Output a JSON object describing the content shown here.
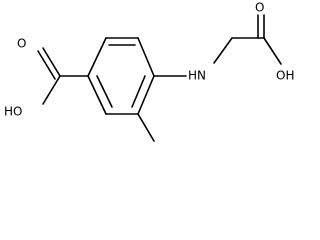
{
  "molecule": {
    "atom_labels": {
      "carboxyl_left_oxygen_double": "O",
      "carboxyl_left_hydroxyl": "HO",
      "amine": "HN",
      "carboxyl_right_oxygen_double": "O",
      "carboxyl_right_hydroxyl": "OH"
    }
  },
  "colors": {
    "bond": "#000000",
    "text": "#000000",
    "background": "#ffffff"
  }
}
